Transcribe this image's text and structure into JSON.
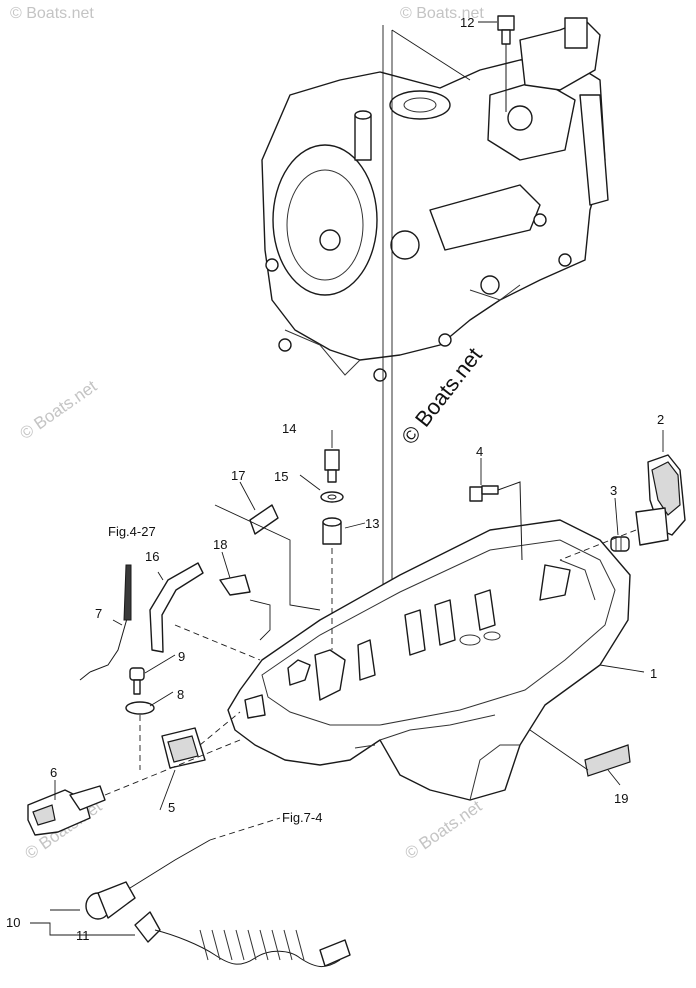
{
  "watermark": {
    "main": "© Boats.net",
    "faint": "© Boats.net"
  },
  "references": {
    "fig_4_27": "Fig.4-27",
    "fig_7_4": "Fig.7-4"
  },
  "callouts": {
    "c1": "1",
    "c2": "2",
    "c3": "3",
    "c4": "4",
    "c5": "5",
    "c6": "6",
    "c7": "7",
    "c8": "8",
    "c9": "9",
    "c10": "10",
    "c11": "11",
    "c12": "12",
    "c13": "13",
    "c14": "14",
    "c15": "15",
    "c16": "16",
    "c17": "17",
    "c18": "18",
    "c19": "19"
  }
}
